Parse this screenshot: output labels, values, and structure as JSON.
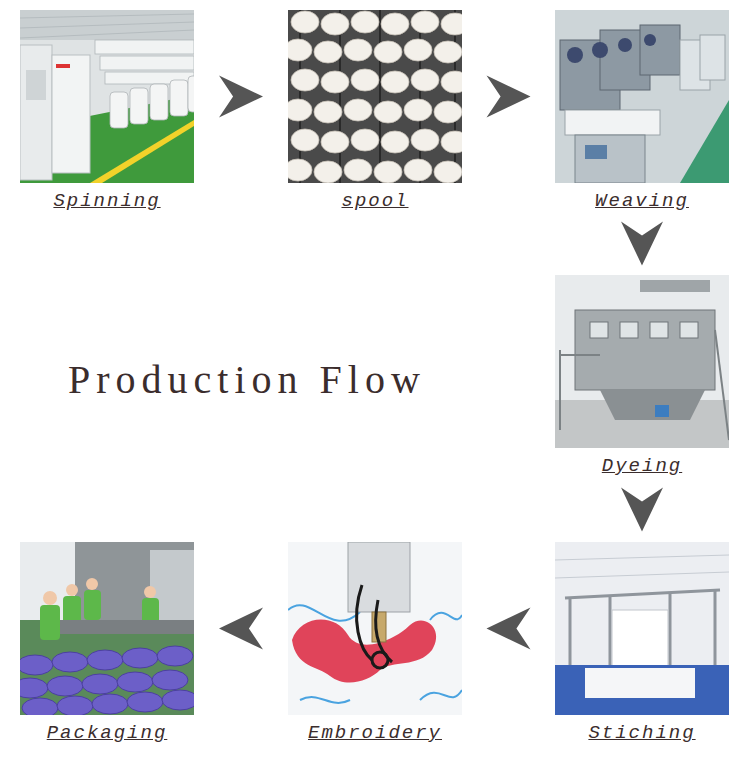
{
  "diagram": {
    "title": "Production Flow",
    "nodes": [
      {
        "text": [
          "Spinning"
        ]
      },
      {
        "text": [
          "spool"
        ]
      },
      {
        "text": [
          "Weaving"
        ]
      },
      {
        "text": [
          "Dyeing"
        ]
      },
      {
        "text": [
          "Stiching"
        ]
      },
      {
        "text": [
          "Embroidery"
        ]
      },
      {
        "text": [
          "Packaging"
        ]
      }
    ],
    "edges": [
      {
        "from": 0,
        "to": 1,
        "arrow": "to"
      },
      {
        "from": 1,
        "to": 2,
        "arrow": "to"
      },
      {
        "from": 2,
        "to": 3,
        "arrow": "to"
      },
      {
        "from": 3,
        "to": 4,
        "arrow": "to"
      },
      {
        "from": 4,
        "to": 5,
        "arrow": "to"
      },
      {
        "from": 5,
        "to": 6,
        "arrow": "to"
      }
    ]
  }
}
